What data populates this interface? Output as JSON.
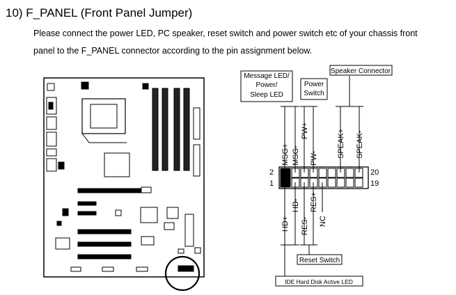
{
  "heading": "10) F_PANEL (Front Panel Jumper)",
  "description": {
    "line1": "Please connect the power LED, PC speaker, reset switch and power switch etc of your chassis front",
    "line2": "panel to the F_PANEL connector according to the pin assignment below."
  },
  "callouts": {
    "message_led": [
      "Message LED/",
      "Power/",
      "Sleep LED"
    ],
    "power_switch": [
      "Power",
      "Switch"
    ],
    "speaker_connector": "Speaker Connector",
    "reset_switch": "Reset Switch",
    "ide_led": "IDE Hard Disk Active LED"
  },
  "top_pins": [
    "MSG+",
    "MSG-",
    "PW+",
    "PW-",
    "SPEAK+",
    "SPEAK-"
  ],
  "bottom_pins": [
    "HD+",
    "HD-",
    "RES-",
    "RES+",
    "NC"
  ],
  "pin_numbers": {
    "top_left": "2",
    "bottom_left": "1",
    "top_right": "20",
    "bottom_right": "19"
  }
}
